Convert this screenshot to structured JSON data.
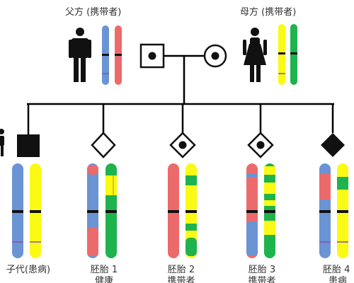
{
  "colors": {
    "blue": "#6a94d4",
    "red": "#ec6a6c",
    "yellow": "#fafa14",
    "green": "#1fb34e",
    "black": "#111111",
    "line": "#000000"
  },
  "parents": {
    "father_label": "父方 (携带者)",
    "mother_label": "母方 (携带者)",
    "father_icon": "male-person-icon",
    "mother_icon": "female-person-icon"
  },
  "offspring": [
    {
      "label": "子代(患病)",
      "sublabel": "",
      "symbol": "filled-square"
    },
    {
      "label": "胚胎 1",
      "sublabel": "健康",
      "symbol": "empty-diamond"
    },
    {
      "label": "胚胎 2",
      "sublabel": "携带者",
      "symbol": "dotted-diamond"
    },
    {
      "label": "胚胎 3",
      "sublabel": "携带者",
      "symbol": "dotted-diamond"
    },
    {
      "label": "胚胎 4",
      "sublabel": "患病",
      "symbol": "filled-diamond"
    }
  ]
}
